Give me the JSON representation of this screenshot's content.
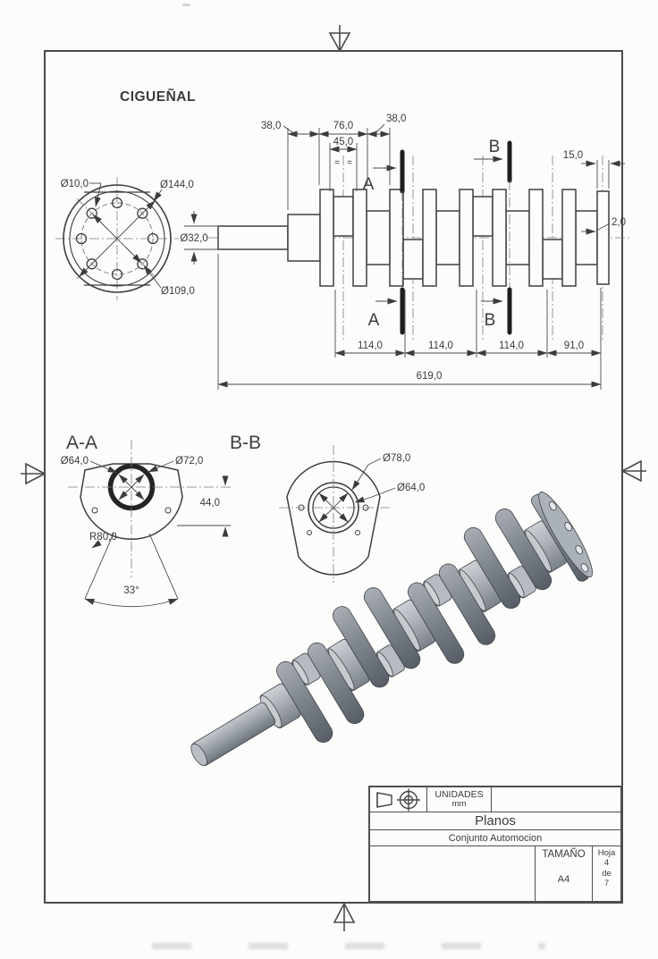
{
  "drawing": {
    "title": "CIGUEÑAL",
    "front_view": {
      "hole_diameter": "Ø10,0",
      "outer_diameter": "Ø144,0",
      "bolt_circle_diameter": "Ø109,0",
      "shaft_diameter": "Ø32,0"
    },
    "side_view": {
      "section_label_a": "A",
      "section_label_b": "B",
      "dim_38_left": "38,0",
      "dim_76": "76,0",
      "dim_45": "45,0",
      "dim_38_right": "38,0",
      "equal_mark": "=",
      "dim_15": "15,0",
      "dim_2": "2,0",
      "dim_span_1": "114,0",
      "dim_span_2": "114,0",
      "dim_span_3": "114,0",
      "dim_span_4": "91,0",
      "dim_total": "619,0"
    },
    "section_aa": {
      "title": "A-A",
      "inner_diameter": "Ø64,0",
      "outer_diameter": "Ø72,0",
      "offset_height": "44,0",
      "radius": "R80,0",
      "angle": "33°"
    },
    "section_bb": {
      "title": "B-B",
      "outer_diameter": "Ø78,0",
      "inner_diameter": "Ø64,0"
    }
  },
  "title_block": {
    "units_label": "UNIDADES",
    "units_value": "mm",
    "project_title": "Planos",
    "project_subtitle": "Conjunto Automocion",
    "size_label": "TAMAÑO",
    "size_value": "A4",
    "sheet_label": "Hoja",
    "sheet_number": "4",
    "sheet_of_label": "de",
    "sheet_total": "7"
  },
  "colors": {
    "paper": "#fcfcfa",
    "line": "#3e3e42",
    "text": "#3b3b3b",
    "metal_light": "#c6cacf",
    "metal_mid": "#8d939b",
    "metal_dark": "#5f656d"
  }
}
